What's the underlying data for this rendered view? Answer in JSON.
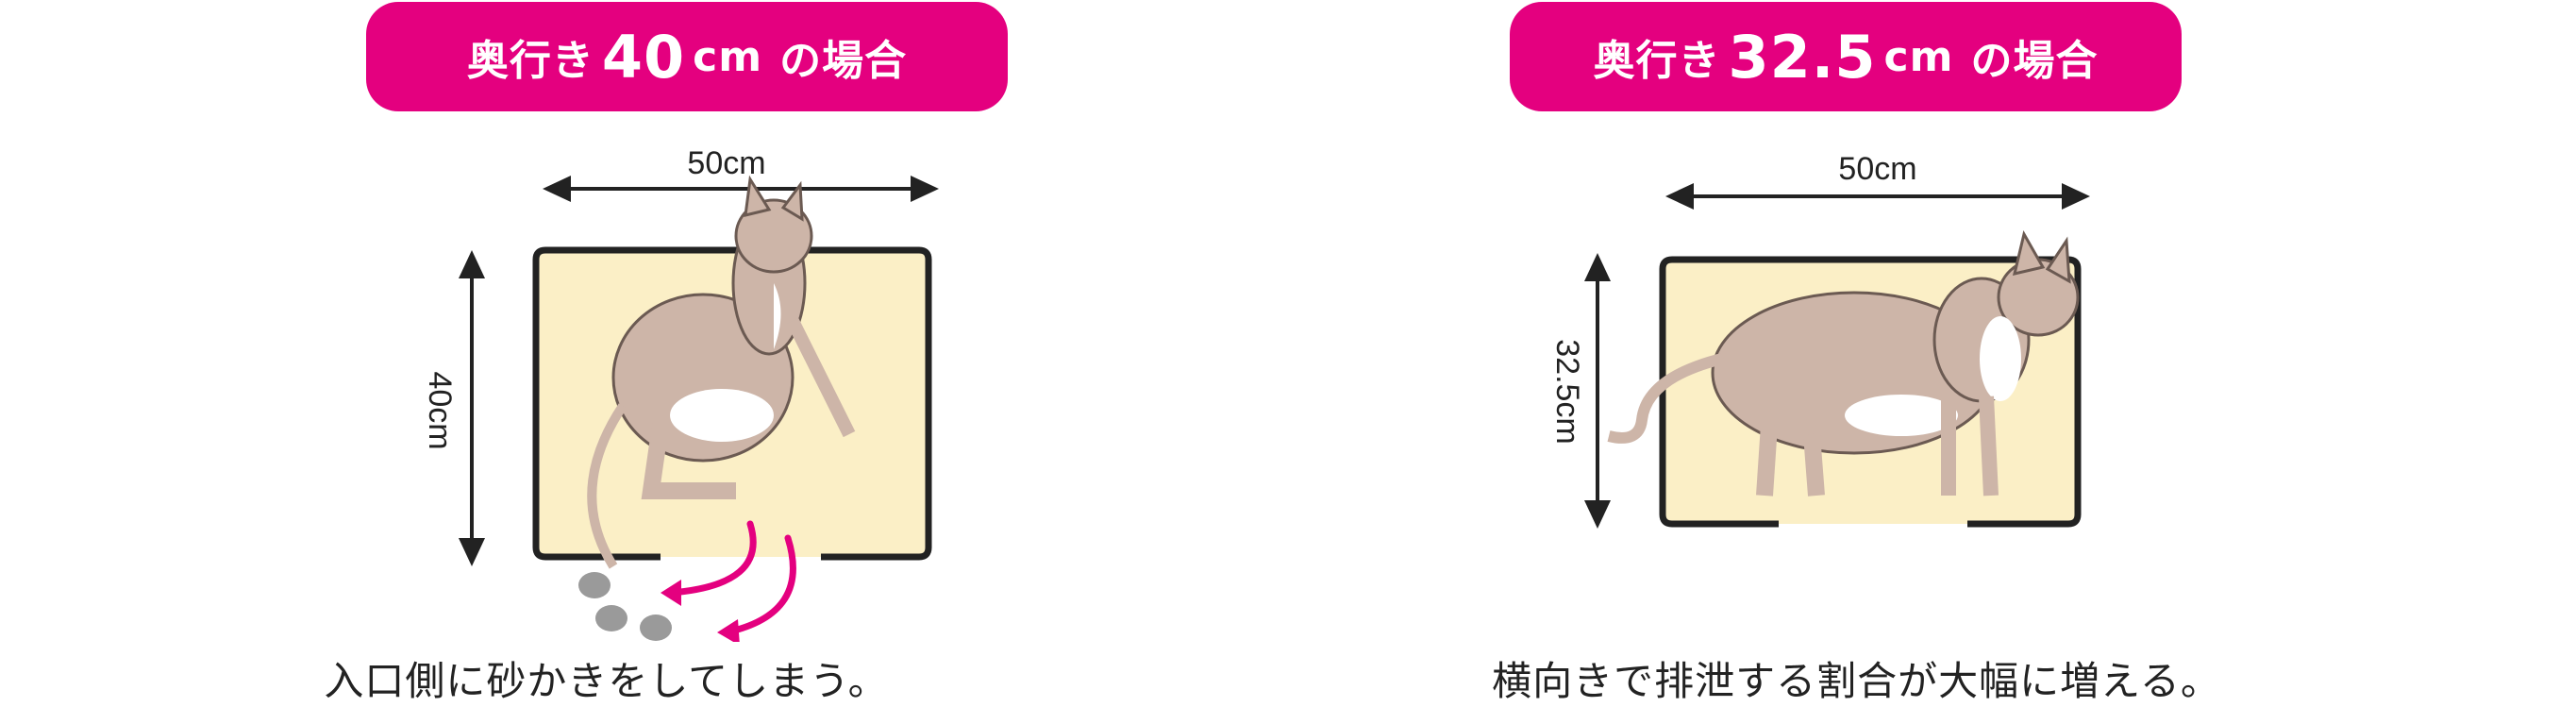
{
  "left": {
    "title": {
      "prefix": "奥行き",
      "value": "40",
      "unit": "cm",
      "suffix": "の場合"
    },
    "width_label": "50cm",
    "depth_label": "40cm",
    "caption": "入口側に砂かきをしてしまう。"
  },
  "right": {
    "title": {
      "prefix": "奥行き",
      "value": "32.5",
      "unit": "cm",
      "suffix": "の場合"
    },
    "width_label": "50cm",
    "depth_label": "32.5cm",
    "caption": "横向きで排泄する割合が大幅に増える。"
  },
  "colors": {
    "badge": "#e4007f",
    "tray_fill": "#fbefc6",
    "tray_stroke": "#222222",
    "cat_body": "#cdb5a8",
    "arrow_pink": "#e4007f",
    "litter_gray": "#9a9a9a"
  },
  "icons": [
    "cat-illustration",
    "litter-tray",
    "scratch-arrow",
    "litter-pellet"
  ]
}
